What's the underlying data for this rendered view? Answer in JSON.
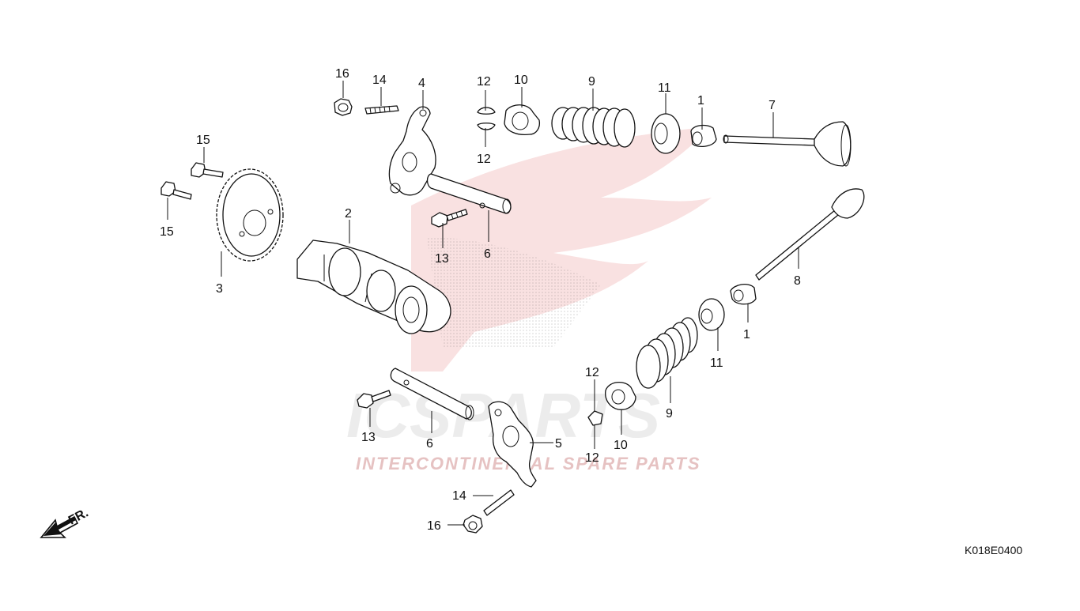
{
  "diagram_code": "K018E0400",
  "direction_label": "FR.",
  "watermark": {
    "brand": "ICSPARTS",
    "tagline": "INTERCONTINENTAL SPARE PARTS",
    "color": "#e8e8e8",
    "accent": "#e8a0a0"
  },
  "callouts": [
    "1",
    "1",
    "2",
    "3",
    "4",
    "5",
    "6",
    "6",
    "7",
    "8",
    "9",
    "9",
    "10",
    "10",
    "11",
    "11",
    "12",
    "12",
    "12",
    "12",
    "13",
    "13",
    "14",
    "14",
    "15",
    "15",
    "16",
    "16"
  ]
}
